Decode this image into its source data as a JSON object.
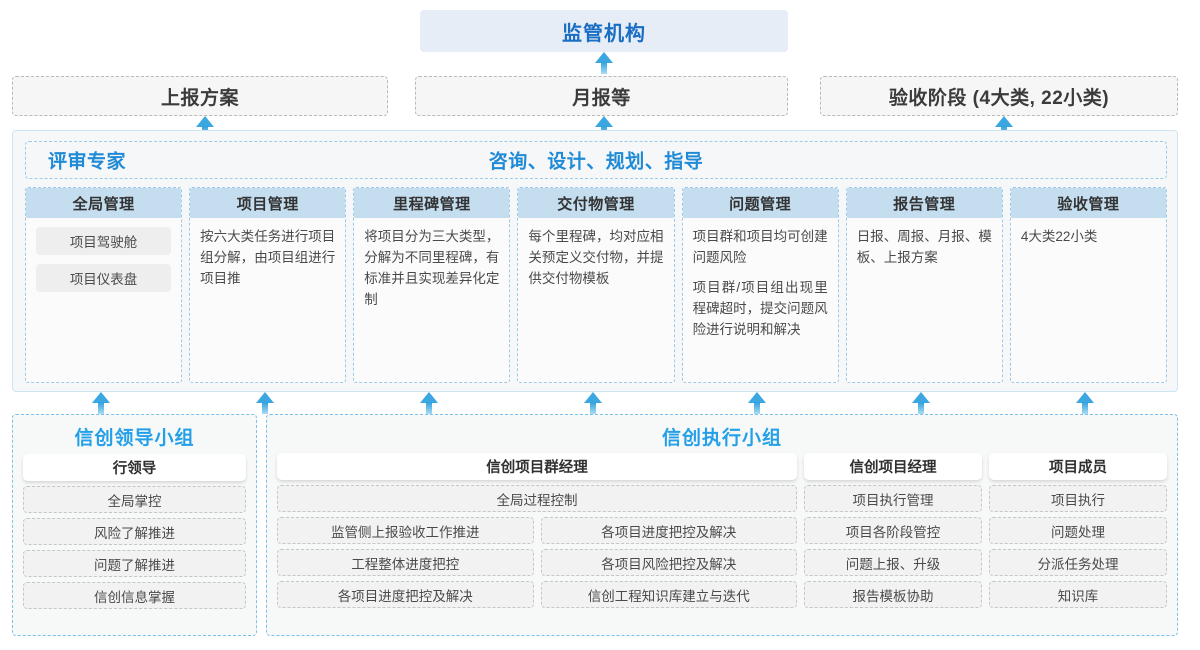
{
  "top": {
    "regulator_label": "监管机构",
    "report_boxes": [
      {
        "label": "上报方案"
      },
      {
        "label": "月报等"
      },
      {
        "label": "验收阶段 (4大类, 22小类)"
      }
    ]
  },
  "middle": {
    "band_left_label": "评审专家",
    "band_mid_label": "咨询、设计、规划、指导",
    "cards": [
      {
        "title": "全局管理",
        "chips": [
          "项目驾驶舱",
          "项目仪表盘"
        ],
        "paragraphs": []
      },
      {
        "title": "项目管理",
        "chips": [],
        "paragraphs": [
          "按六大类任务进行项目组分解，由项目组进行项目推"
        ]
      },
      {
        "title": "里程碑管理",
        "chips": [],
        "paragraphs": [
          "将项目分为三大类型，分解为不同里程碑，有标准并且实现差异化定制"
        ]
      },
      {
        "title": "交付物管理",
        "chips": [],
        "paragraphs": [
          "每个里程碑，均对应相关预定义交付物，并提供交付物模板"
        ]
      },
      {
        "title": "问题管理",
        "chips": [],
        "paragraphs": [
          "项目群和项目均可创建问题风险",
          "项目群/项目组出现里程碑超时，提交问题风险进行说明和解决"
        ]
      },
      {
        "title": "报告管理",
        "chips": [],
        "paragraphs": [
          "日报、周报、月报、模板、上报方案"
        ]
      },
      {
        "title": "验收管理",
        "chips": [],
        "paragraphs": [
          "4大类22小类"
        ]
      }
    ]
  },
  "bottom": {
    "left_group": {
      "title": "信创领导小组",
      "role": "行领导",
      "tasks": [
        "全局掌控",
        "风险了解推进",
        "问题了解推进",
        "信创信息掌握"
      ]
    },
    "right_group": {
      "title": "信创执行小组",
      "columns": [
        {
          "role": "信创项目群经理",
          "full_width_task": "全局过程控制",
          "tasks_left": [
            "监管侧上报验收工作推进",
            "工程整体进度把控",
            "各项目进度把控及解决"
          ],
          "tasks_right": [
            "各项目进度把控及解决",
            "各项目风险把控及解决",
            "信创工程知识库建立与迭代"
          ]
        },
        {
          "role": "信创项目经理",
          "tasks": [
            "项目执行管理",
            "项目各阶段管控",
            "问题上报、升级",
            "报告模板协助"
          ]
        },
        {
          "role": "项目成员",
          "tasks": [
            "项目执行",
            "问题处理",
            "分派任务处理",
            "知识库"
          ]
        }
      ]
    }
  },
  "colors": {
    "accent_blue": "#1f8ad6",
    "arrow_blue": "#3ba7e0",
    "card_header": "#c4ddef",
    "regulator_bg": "#e7edf6",
    "chip_gray": "#eeeeee"
  }
}
